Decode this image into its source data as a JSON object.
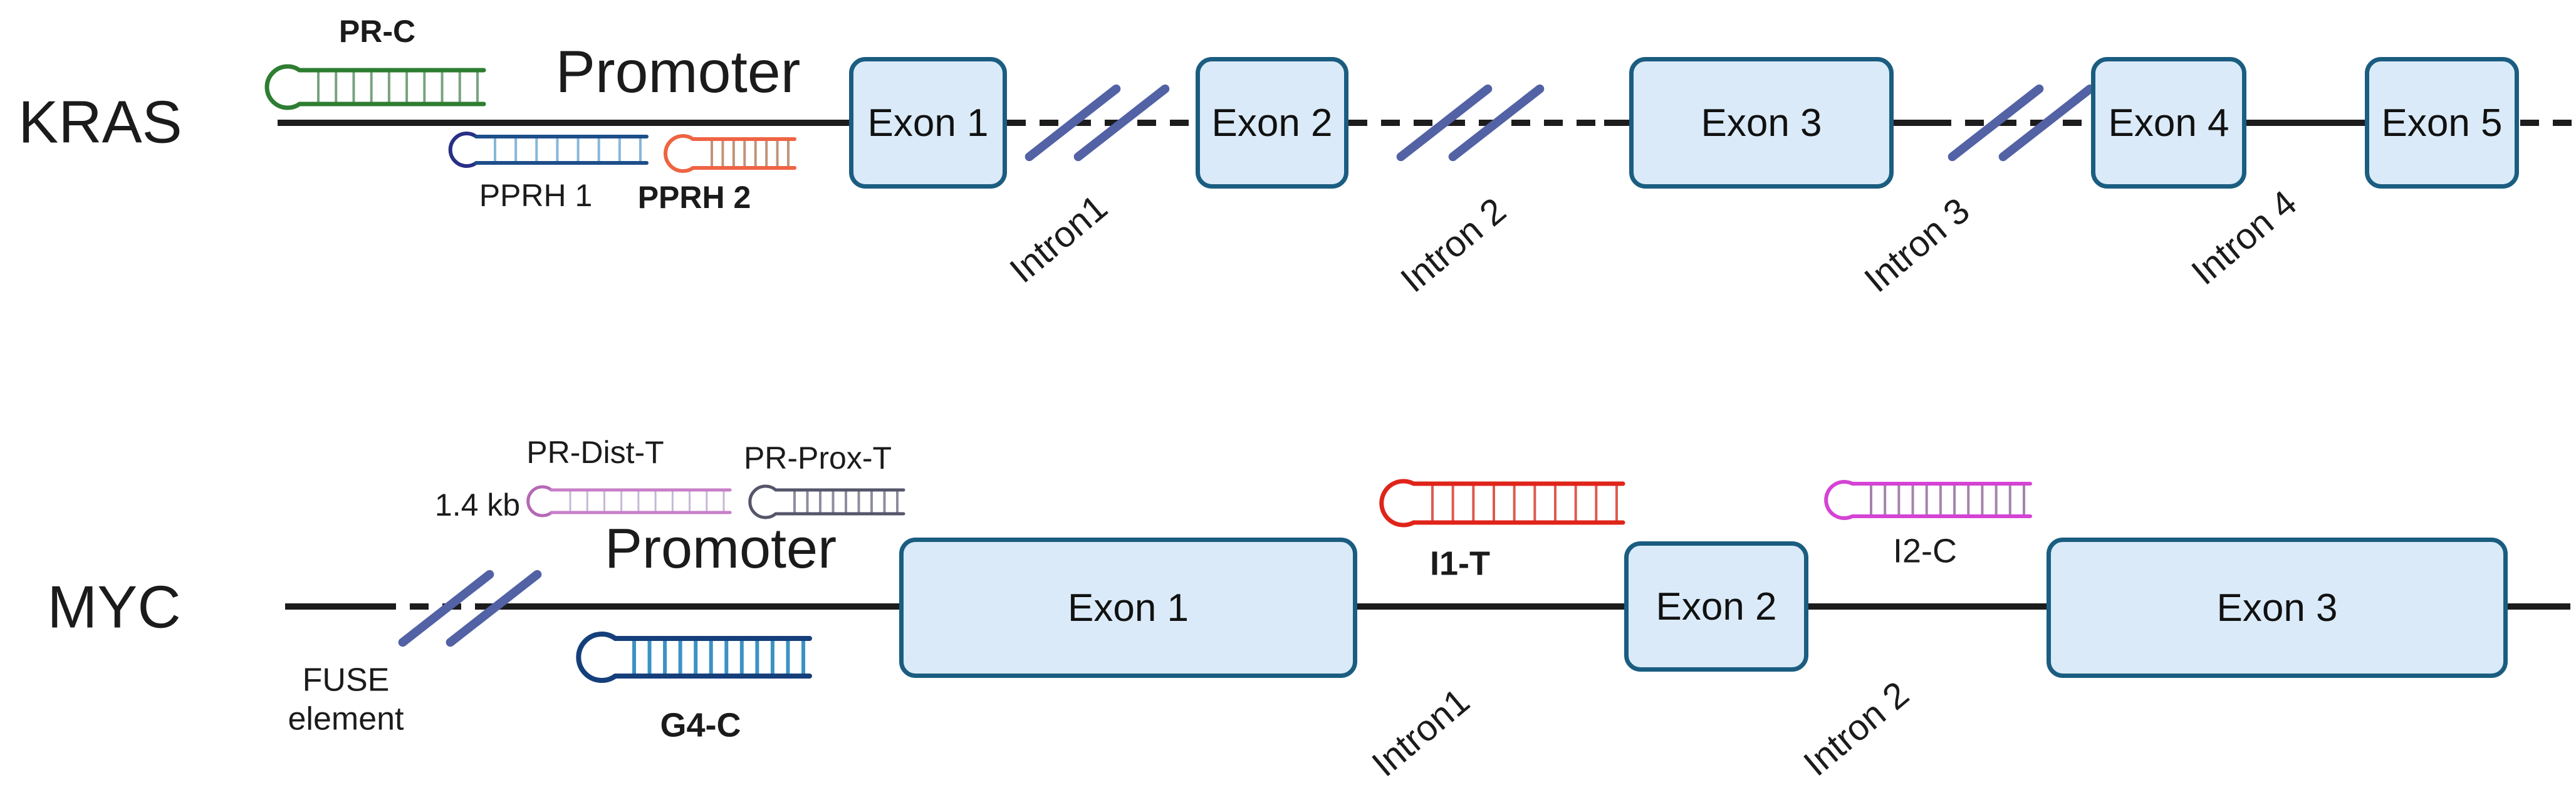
{
  "figure_colors": {
    "gene_line": "#1c1c1c",
    "exon_fill": "#daeaf8",
    "exon_border": "#1a5d80",
    "break_slash": "#5262a5",
    "text": "#1b1b1b"
  },
  "kras": {
    "gene_label": "KRAS",
    "promoter_label": "Promoter",
    "exons": [
      {
        "label": "Exon 1"
      },
      {
        "label": "Exon 2"
      },
      {
        "label": "Exon 3"
      },
      {
        "label": "Exon 4"
      },
      {
        "label": "Exon 5"
      }
    ],
    "introns": [
      {
        "label": "Intron1"
      },
      {
        "label": "Intron 2"
      },
      {
        "label": "Intron 3"
      },
      {
        "label": "Intron 4"
      }
    ],
    "hairpins": [
      {
        "id": "pr-c",
        "label": "PR-C",
        "bold": true,
        "rail_color": "#2e7d32",
        "loop_color": "#2e7d32",
        "rung_color": "#78a37e"
      },
      {
        "id": "pprh-1",
        "label": "PPRH 1",
        "bold": false,
        "rail_color": "#1d4e8a",
        "loop_color": "#292f85",
        "rung_color": "#86b7da"
      },
      {
        "id": "pprh-2",
        "label": "PPRH 2",
        "bold": true,
        "rail_color": "#ee6443",
        "loop_color": "#ee6443",
        "rung_color": "#c29379"
      }
    ]
  },
  "myc": {
    "gene_label": "MYC",
    "promoter_label": "Promoter",
    "scale_label": "1.4 kb",
    "fuse_label_line1": "FUSE",
    "fuse_label_line2": "element",
    "exons": [
      {
        "label": "Exon 1"
      },
      {
        "label": "Exon 2"
      },
      {
        "label": "Exon 3"
      }
    ],
    "introns": [
      {
        "label": "Intron1"
      },
      {
        "label": "Intron 2"
      }
    ],
    "hairpins": [
      {
        "id": "pr-dist-t",
        "label": "PR-Dist-T",
        "bold": false,
        "rail_color": "#c77fc7",
        "loop_color": "#b568b5",
        "rung_color": "#c6b8d6"
      },
      {
        "id": "pr-prox-t",
        "label": "PR-Prox-T",
        "bold": false,
        "rail_color": "#55556a",
        "loop_color": "#55556a",
        "rung_color": "#8d8d9e"
      },
      {
        "id": "g4-c",
        "label": "G4-C",
        "bold": true,
        "rail_color": "#153f7b",
        "loop_color": "#153f7b",
        "rung_color": "#3b93c4"
      },
      {
        "id": "i1-t",
        "label": "I1-T",
        "bold": true,
        "rail_color": "#df241a",
        "loop_color": "#df241a",
        "rung_color": "#df5a4e"
      },
      {
        "id": "i2-c",
        "label": "I2-C",
        "bold": false,
        "rail_color": "#d443d4",
        "loop_color": "#d443d4",
        "rung_color": "#a583ab"
      }
    ]
  }
}
